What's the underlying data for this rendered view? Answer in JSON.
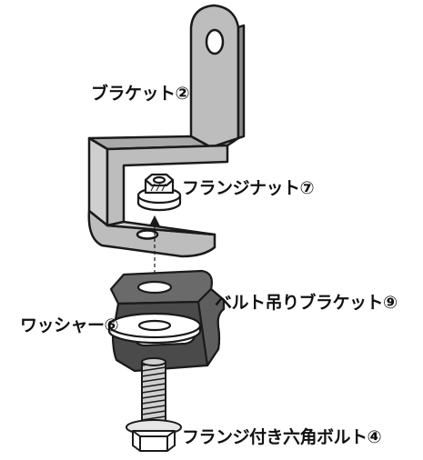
{
  "labels": {
    "bracket": "ブラケット②",
    "flange_nut": "フランジナット⑦",
    "belt_hanger_bracket": "ベルト吊りブラケット⑨",
    "washer": "ワッシャー⑥",
    "flange_bolt": "フランジ付き六角ボルト④"
  },
  "colors": {
    "bracket_fill": "#bdbdbd",
    "outline": "#1a1a1a",
    "belt_bracket_fill": "#555555",
    "washer_fill": "#ffffff",
    "bolt_fill": "#cfcfcf"
  },
  "icons": {
    "bracket": "z-bracket-icon",
    "nut": "flange-nut-icon",
    "belt_bracket": "belt-hanger-bracket-icon",
    "washer": "washer-icon",
    "bolt": "flange-bolt-icon",
    "assembly_arrow": "assembly-arrow-icon"
  }
}
